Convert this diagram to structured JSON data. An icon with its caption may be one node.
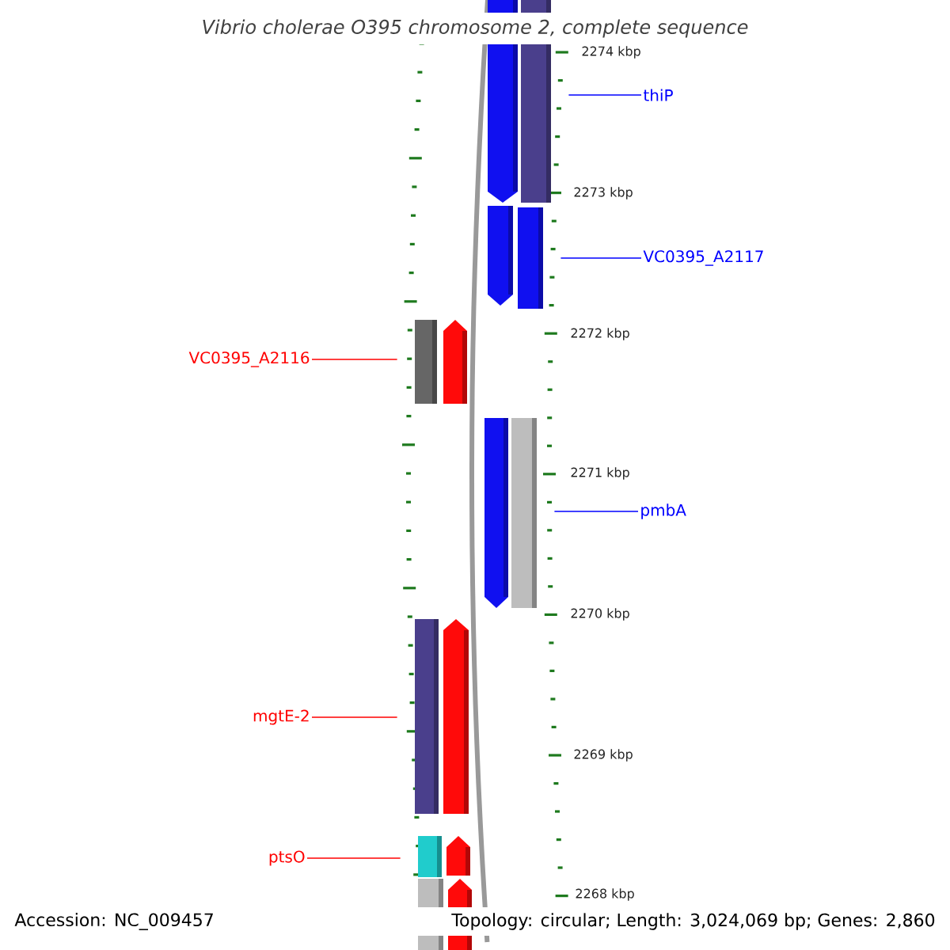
{
  "diagram": {
    "title": "Vibrio cholerae O395 chromosome 2, complete sequence",
    "nodes": [
      {
        "text": [
          "thiP"
        ]
      },
      {
        "text": [
          "VC0395_A2117"
        ]
      },
      {
        "text": [
          "VC0395_A2116"
        ]
      },
      {
        "text": [
          "pmbA"
        ]
      },
      {
        "text": [
          "mgtE-2"
        ]
      },
      {
        "text": [
          "ptsO"
        ]
      },
      {
        "text": [],
        "shape": "arrow"
      },
      {
        "text": [],
        "shape": "box"
      },
      {
        "text": [],
        "shape": "arrow"
      },
      {
        "text": [],
        "shape": "box"
      },
      {
        "text": [],
        "shape": "box"
      },
      {
        "text": [],
        "shape": "arrow"
      },
      {
        "text": [],
        "shape": "arrow"
      },
      {
        "text": [],
        "shape": "box"
      },
      {
        "text": [],
        "shape": "box"
      },
      {
        "text": [],
        "shape": "arrow"
      },
      {
        "text": [],
        "shape": "box"
      },
      {
        "text": [],
        "shape": "arrow"
      },
      {
        "text": [],
        "shape": "box"
      },
      {
        "text": [],
        "shape": "arrow"
      }
    ],
    "edges": [
      {
        "from": 0,
        "to": 7,
        "arrow": "none",
        "color": "#0000ff"
      },
      {
        "from": 1,
        "to": 9,
        "arrow": "none",
        "color": "#0000ff"
      },
      {
        "from": 2,
        "to": 10,
        "arrow": "none",
        "color": "#ff0000"
      },
      {
        "from": 3,
        "to": 13,
        "arrow": "none",
        "color": "#0000ff"
      },
      {
        "from": 4,
        "to": 14,
        "arrow": "none",
        "color": "#ff0000"
      },
      {
        "from": 5,
        "to": 16,
        "arrow": "none",
        "color": "#ff0000"
      }
    ],
    "labels": [
      "2274 kbp",
      "2273 kbp",
      "2272 kbp",
      "2271 kbp",
      "2270 kbp",
      "2269 kbp",
      "2268 kbp",
      "Accession: NC_009457",
      "Topology: circular; Length: 3,024,069 bp; Genes: 2,860"
    ]
  }
}
